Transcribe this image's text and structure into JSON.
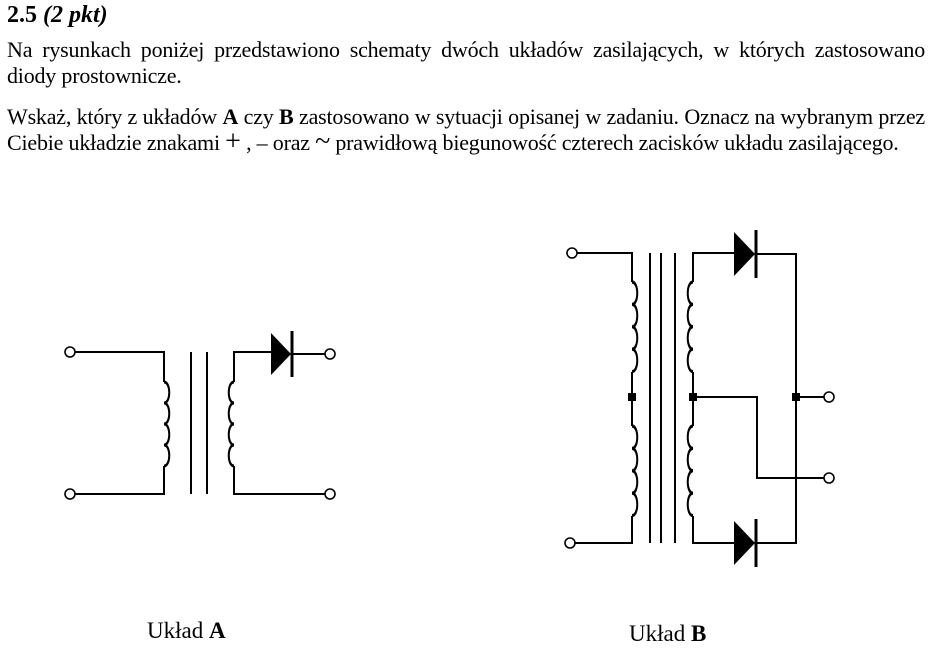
{
  "task": {
    "number": "2.5",
    "points": "(2 pkt)"
  },
  "paragraph1": "Na rysunkach poniżej przedstawiono schematy dwóch układów zasilających, w których zastosowano diody prostownicze.",
  "paragraph2": {
    "part1": "Wskaż, który z układów ",
    "circuit_a": "A",
    "part2": " czy ",
    "circuit_b": "B",
    "part3": " zastosowano w sytuacji opisanej w zadaniu. Oznacz na wybranym przez Ciebie układzie znakami ",
    "plus": "+",
    "part4": " , – oraz ",
    "tilde": "~",
    "part5": " prawidłową biegunowość czterech zacisków układu zasilającego."
  },
  "captions": {
    "a_prefix": "Układ ",
    "a_letter": "A",
    "b_prefix": "Układ ",
    "b_letter": "B"
  }
}
